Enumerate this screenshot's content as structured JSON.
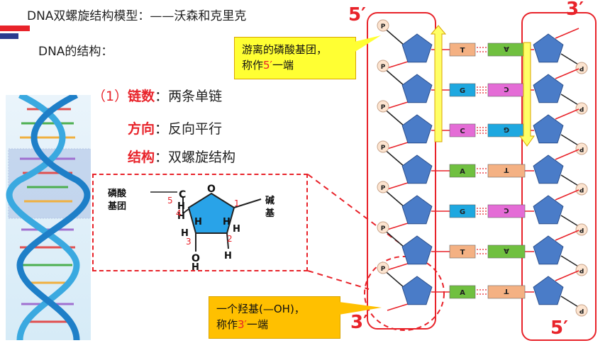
{
  "title": "DNA双螺旋结构模型：——沃森和克里克",
  "subtitle": "DNA的结构：",
  "points": [
    {
      "num": "（1）",
      "key": "链数",
      "sep": "：",
      "value": "两条单链"
    },
    {
      "num": "",
      "key": "方向",
      "sep": "：",
      "value": "反向平行"
    },
    {
      "num": "",
      "key": "结构",
      "sep": "：",
      "value": "双螺旋结构"
    }
  ],
  "sugar_diagram": {
    "phosphate_label_1": "磷酸",
    "phosphate_label_2": "基团",
    "base_label_1": "碱",
    "base_label_2": "基",
    "atom_o": "O",
    "atom_c": "C",
    "atom_h": "H",
    "atom_oh": "O",
    "carbon_numbers": [
      "1",
      "2",
      "3",
      "4",
      "5"
    ]
  },
  "callout_top": {
    "line1": "游离的磷酸基团，",
    "line2_prefix": "称作",
    "line2_mark": "5′",
    "line2_suffix": "一端"
  },
  "callout_bottom": {
    "line1": "一个羟基(—OH)，",
    "line2_prefix": "称作",
    "line2_mark": "3′",
    "line2_suffix": "一端"
  },
  "end_labels": {
    "left_top": "5′",
    "left_bottom": "3′",
    "right_top": "3′",
    "right_bottom": "5′"
  },
  "phosphate_letter": "P",
  "base_pairs": [
    {
      "left": "T",
      "right": "A",
      "left_color": "#f4b183",
      "right_color": "#70c040"
    },
    {
      "left": "G",
      "right": "C",
      "left_color": "#1ea8e0",
      "right_color": "#e46cd6"
    },
    {
      "left": "C",
      "right": "G",
      "left_color": "#e46cd6",
      "right_color": "#1ea8e0"
    },
    {
      "left": "A",
      "right": "T",
      "left_color": "#70c040",
      "right_color": "#f4b183"
    },
    {
      "left": "G",
      "right": "C",
      "left_color": "#1ea8e0",
      "right_color": "#e46cd6"
    },
    {
      "left": "T",
      "right": "A",
      "left_color": "#f4b183",
      "right_color": "#70c040"
    },
    {
      "left": "A",
      "right": "T",
      "left_color": "#70c040",
      "right_color": "#f4b183"
    }
  ],
  "colors": {
    "accent_red": "#e8232a",
    "pentagon": "#4a7cc8",
    "callout_yellow": "#ffff33",
    "callout_orange": "#ffc000",
    "arrow_yellow": "#ffff66"
  }
}
